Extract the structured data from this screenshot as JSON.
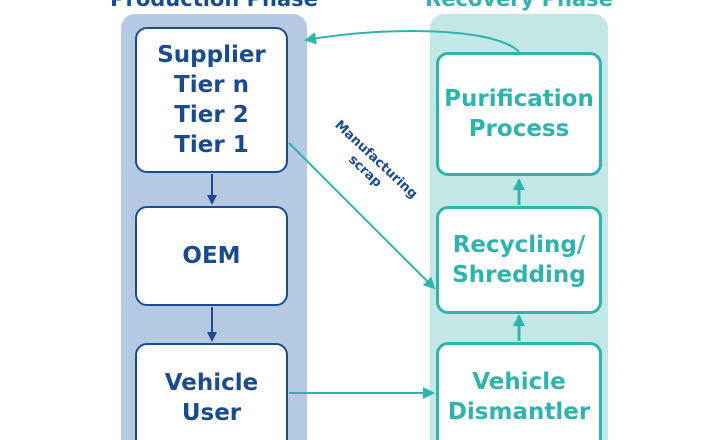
{
  "diagram": {
    "production_phase": {
      "title": "Production Phase",
      "supplier_lines": [
        "Supplier",
        "Tier n",
        "Tier 2",
        "Tier 1"
      ],
      "oem": "OEM",
      "vehicle_user_lines": [
        "Vehicle",
        "User"
      ]
    },
    "recovery_phase": {
      "title": "Recovery Phase",
      "purification_lines": [
        "Purification",
        "Process"
      ],
      "recycling_lines": [
        "Recycling/",
        "Shredding"
      ],
      "dismantler_lines": [
        "Vehicle",
        "Dismantler"
      ]
    },
    "scrap_label_lines": [
      "Manufacturing",
      "scrap"
    ],
    "colors": {
      "production_dark": "#1a4b8c",
      "production_bg": "#b5c9e3",
      "recovery_teal": "#2fb3ad",
      "recovery_bg": "#c3e7e6"
    }
  }
}
